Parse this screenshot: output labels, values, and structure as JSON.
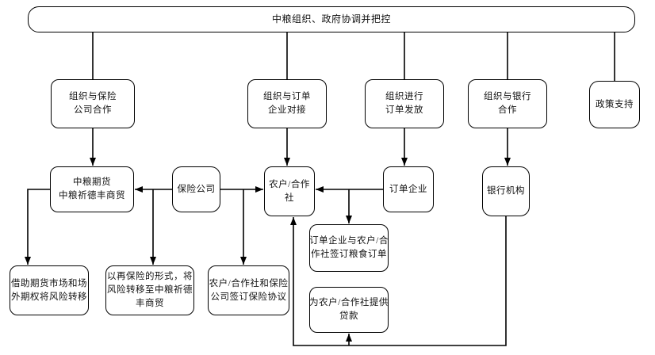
{
  "diagram": {
    "background_color": "#ffffff",
    "line_color": "#000000",
    "nodes": [
      {
        "id": "root",
        "lines": [
          "中粮组织、政府协调并把控"
        ]
      },
      {
        "id": "org-insurance-coop",
        "lines": [
          "组织与保险",
          "公司合作"
        ]
      },
      {
        "id": "org-order-matching",
        "lines": [
          "组织与订单",
          "企业对接"
        ]
      },
      {
        "id": "org-order-issue",
        "lines": [
          "组织进行",
          "订单发放"
        ]
      },
      {
        "id": "org-bank-coop",
        "lines": [
          "组织与银行",
          "合作"
        ]
      },
      {
        "id": "policy-support",
        "lines": [
          "政策支持"
        ]
      },
      {
        "id": "cofco-futures",
        "lines": [
          "中粮期货",
          "中粮祈德丰商贸"
        ]
      },
      {
        "id": "insurance-company",
        "lines": [
          "保险公司"
        ]
      },
      {
        "id": "farmers-coop",
        "lines": [
          "农户/合作",
          "社"
        ]
      },
      {
        "id": "order-company",
        "lines": [
          "订单企业"
        ]
      },
      {
        "id": "bank-org",
        "lines": [
          "银行机构"
        ]
      },
      {
        "id": "futures-risk-transfer",
        "lines": [
          "借助期货市场和场",
          "外期权将风险转移"
        ]
      },
      {
        "id": "reinsurance-transfer",
        "lines": [
          "以再保险的形式，将",
          "风险转移至中粮祈德",
          "丰商贸"
        ]
      },
      {
        "id": "insurance-agreement",
        "lines": [
          "农户/合作社和保险",
          "公司签订保险协议"
        ]
      },
      {
        "id": "grain-order-sign",
        "lines": [
          "订单企业与农户/合",
          "作社签订粮食订单"
        ]
      },
      {
        "id": "provide-loans",
        "lines": [
          "为农户/合作社提供",
          "贷款"
        ]
      }
    ],
    "edges": [
      {
        "from": "root",
        "to": "org-insurance-coop",
        "type": "line"
      },
      {
        "from": "root",
        "to": "org-order-matching",
        "type": "line"
      },
      {
        "from": "root",
        "to": "org-order-issue",
        "type": "line"
      },
      {
        "from": "root",
        "to": "org-bank-coop",
        "type": "line"
      },
      {
        "from": "root",
        "to": "policy-support",
        "type": "line"
      },
      {
        "from": "org-insurance-coop",
        "to": "cofco-futures",
        "type": "arrow"
      },
      {
        "from": "org-order-matching",
        "to": "farmers-coop",
        "type": "arrow"
      },
      {
        "from": "org-order-issue",
        "to": "order-company",
        "type": "arrow"
      },
      {
        "from": "org-bank-coop",
        "to": "bank-org",
        "type": "arrow"
      },
      {
        "from": "insurance-company",
        "to": "cofco-futures",
        "type": "arrow"
      },
      {
        "from": "insurance-company",
        "to": "farmers-coop",
        "type": "arrow"
      },
      {
        "from": "insurance-company",
        "to": "reinsurance-transfer",
        "type": "arrow"
      },
      {
        "from": "insurance-company",
        "to": "insurance-agreement",
        "type": "arrow"
      },
      {
        "from": "cofco-futures",
        "to": "futures-risk-transfer",
        "type": "arrow"
      },
      {
        "from": "order-company",
        "to": "farmers-coop",
        "type": "arrow"
      },
      {
        "from": "order-company",
        "to": "grain-order-sign",
        "type": "arrow"
      },
      {
        "from": "bank-org",
        "to": "provide-loans",
        "type": "arrow"
      },
      {
        "from": "bank-org",
        "to": "farmers-coop",
        "type": "arrow"
      }
    ]
  }
}
